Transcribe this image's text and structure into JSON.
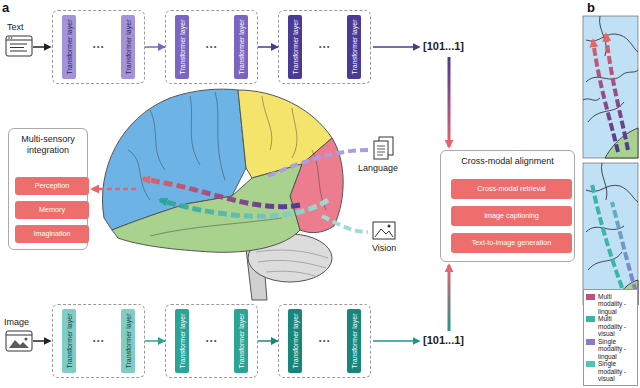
{
  "diagram": {
    "nodes": [
      {
        "text": [
          "···"
        ]
      },
      {
        "text": [
          "Transformer layer"
        ],
        "in": 0
      },
      {
        "text": [
          "Transformer layer"
        ],
        "in": 0
      },
      {
        "text": [
          "···"
        ]
      },
      {
        "text": [
          "Transformer layer"
        ],
        "in": 3
      },
      {
        "text": [
          "Transformer layer"
        ],
        "in": 3
      },
      {
        "text": [
          "···"
        ]
      },
      {
        "text": [
          "Transformer layer"
        ],
        "in": 6
      },
      {
        "text": [
          "Transformer layer"
        ],
        "in": 6
      },
      {
        "text": [
          "Multi-sensory integration"
        ]
      },
      {
        "text": [
          "Perception"
        ],
        "in": 9
      },
      {
        "text": [
          "Memory"
        ],
        "in": 9
      },
      {
        "text": [
          "Imagination"
        ],
        "in": 9
      },
      {
        "text": [
          "Cross-modal alignment"
        ]
      },
      {
        "text": [
          "Cross-modal retrieval"
        ],
        "in": 13
      },
      {
        "text": [
          "Image captioning"
        ],
        "in": 13
      },
      {
        "text": [
          "Text-to-image generation"
        ],
        "in": 13
      },
      {
        "text": [
          "···"
        ]
      },
      {
        "text": [
          "Transformer layer"
        ],
        "in": 17
      },
      {
        "text": [
          "Transformer layer"
        ],
        "in": 17
      },
      {
        "text": [
          "···"
        ]
      },
      {
        "text": [
          "Transformer layer"
        ],
        "in": 20
      },
      {
        "text": [
          "Transformer layer"
        ],
        "in": 20
      },
      {
        "text": [
          "···"
        ]
      },
      {
        "text": [
          "Transformer layer"
        ],
        "in": 23
      },
      {
        "text": [
          "Transformer layer"
        ],
        "in": 23
      }
    ],
    "edges": [
      {
        "from": 0,
        "to": 3,
        "arrow": "to"
      },
      {
        "from": 3,
        "to": 6,
        "arrow": "to"
      },
      {
        "from": 17,
        "to": 20,
        "arrow": "to"
      },
      {
        "from": 20,
        "to": 23,
        "arrow": "to"
      }
    ],
    "labels": [
      "a",
      "Text",
      "[101...1]",
      "Language",
      "Vision",
      "Image",
      "[101...1]",
      "b"
    ],
    "legend": [
      {
        "text": "Multi modality - lingual",
        "color": "#c0507e"
      },
      {
        "text": "Multi modality - visual",
        "color": "#3cb4a6"
      },
      {
        "text": "Single modality - lingual",
        "color": "#8b78cc"
      },
      {
        "text": "Single modality - visual",
        "color": "#52c4b8"
      }
    ]
  }
}
